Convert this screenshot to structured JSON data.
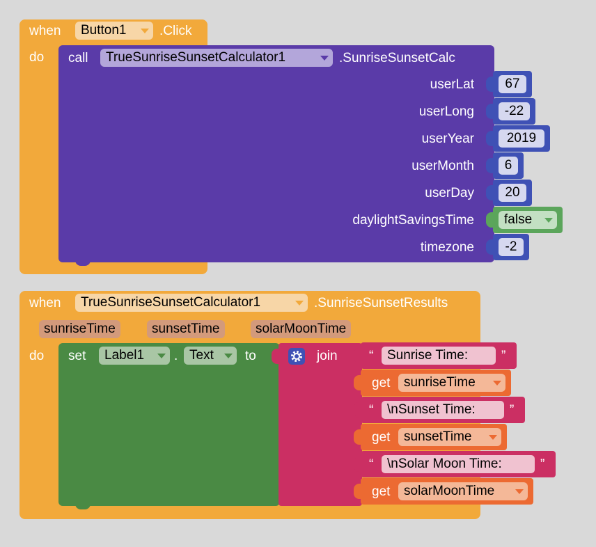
{
  "event1": {
    "when": "when",
    "component": "Button1",
    "event": ".Click",
    "do": "do"
  },
  "call": {
    "call": "call",
    "component": "TrueSunriseSunsetCalculator1",
    "method": ".SunriseSunsetCalc",
    "params": [
      {
        "name": "userLat",
        "value": "67"
      },
      {
        "name": "userLong",
        "value": "-22"
      },
      {
        "name": "userYear",
        "value": "2019"
      },
      {
        "name": "userMonth",
        "value": "6"
      },
      {
        "name": "userDay",
        "value": "20"
      },
      {
        "name": "daylightSavingsTime",
        "value": "false"
      },
      {
        "name": "timezone",
        "value": "-2"
      }
    ]
  },
  "event2": {
    "when": "when",
    "component": "TrueSunriseSunsetCalculator1",
    "event": ".SunriseSunsetResults",
    "params": [
      "sunriseTime",
      "sunsetTime",
      "solarMoonTime"
    ],
    "do": "do"
  },
  "set": {
    "set": "set",
    "component": "Label1",
    "dot": ".",
    "property": "Text",
    "to": "to"
  },
  "join": {
    "label": "join",
    "open_quote": "“",
    "close_quote": "”",
    "get": "get",
    "strings": [
      "Sunrise Time: ",
      "\\nSunset Time: ",
      "\\nSolar Moon Time: "
    ],
    "vars": [
      "sunriseTime",
      "sunsetTime",
      "solarMoonTime"
    ]
  },
  "colors": {
    "event": "#f2a93b",
    "procedure": "#5a3ba8",
    "math": "#3f51b5",
    "logic": "#5ba55b",
    "setter": "#4a8a44",
    "text": "#cb2f63",
    "variable": "#ec6a32"
  }
}
